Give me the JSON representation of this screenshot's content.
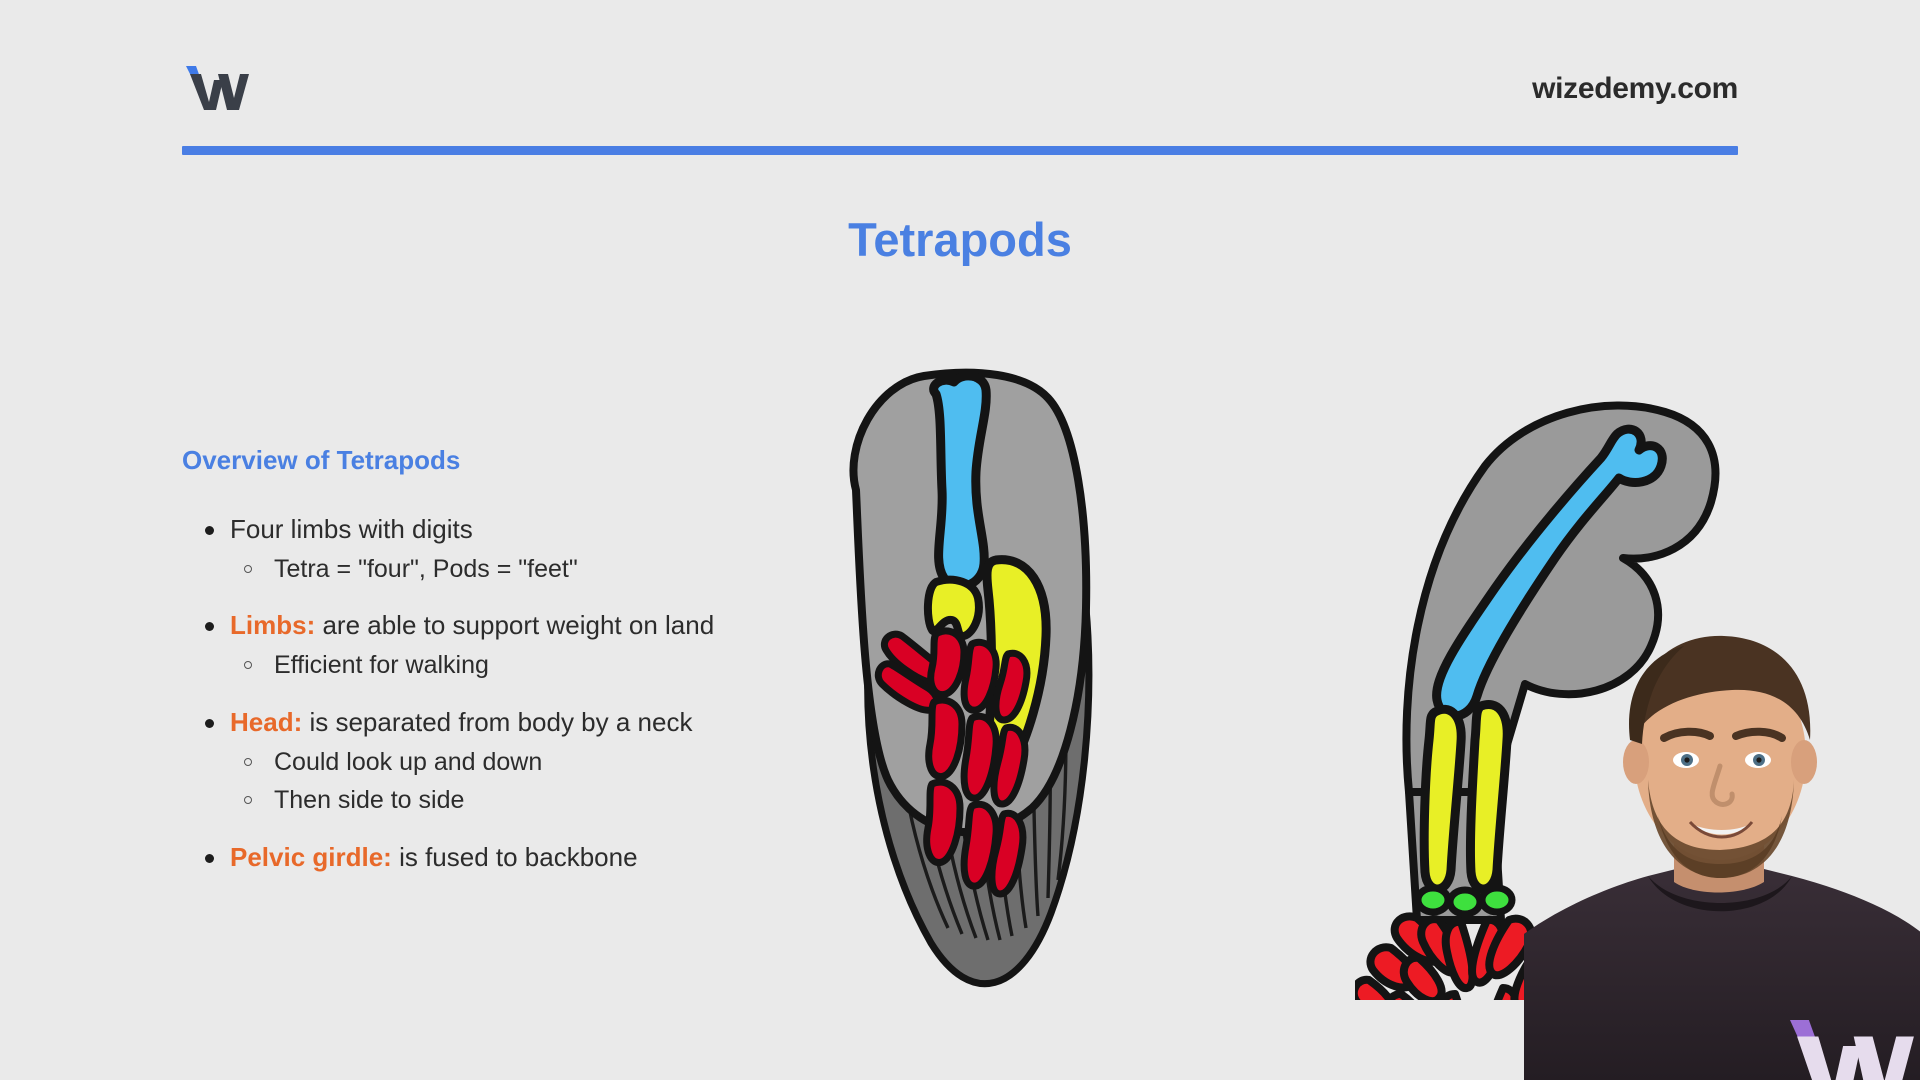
{
  "header": {
    "logo_icon": "wizedemy-w-logo-icon",
    "brand_url": "wizedemy.com",
    "rule_color": "#4a7ee4"
  },
  "title": "Tetrapods",
  "title_color": "#4a80e2",
  "content": {
    "section_heading": "Overview of Tetrapods",
    "section_heading_color": "#4a80e2",
    "term_color": "#e8692a",
    "bullets": [
      {
        "term": "",
        "text": "Four limbs with digits",
        "subs": [
          "Tetra = \"four\", Pods = \"feet\""
        ]
      },
      {
        "term": "Limbs:",
        "text": " are able to support weight on land",
        "subs": [
          "Efficient for walking"
        ]
      },
      {
        "term": "Head:",
        "text": " is separated from body by a neck",
        "subs": [
          "Could look up and down",
          "Then side to side"
        ]
      },
      {
        "term": "Pelvic girdle:",
        "text": " is fused to backbone",
        "subs": []
      }
    ]
  },
  "figures": {
    "fin": {
      "name": "lobe-finned-fish-fin-diagram",
      "colors": {
        "webbing": "#8c8c8c",
        "webbing_dark": "#6e6e6e",
        "outline": "#141414",
        "humerus": "#4fbdf0",
        "radius_ulna": "#e8ef26",
        "digits": "#d90024"
      }
    },
    "limb": {
      "name": "tetrapod-limb-diagram",
      "colors": {
        "flesh": "#9a9a9a",
        "outline": "#141414",
        "humerus": "#4fbdf0",
        "radius_ulna": "#e8ef26",
        "carpals": "#3ee03e",
        "digits": "#ed1b24"
      }
    }
  },
  "presenter": {
    "name": "instructor-webcam-overlay",
    "shirt_logo": "wizedemy-w-shirt-logo-icon",
    "shirt_color": "#2a2228",
    "shirt_logo_accent": "#9c6fd6",
    "shirt_logo_light": "#e6dced"
  }
}
